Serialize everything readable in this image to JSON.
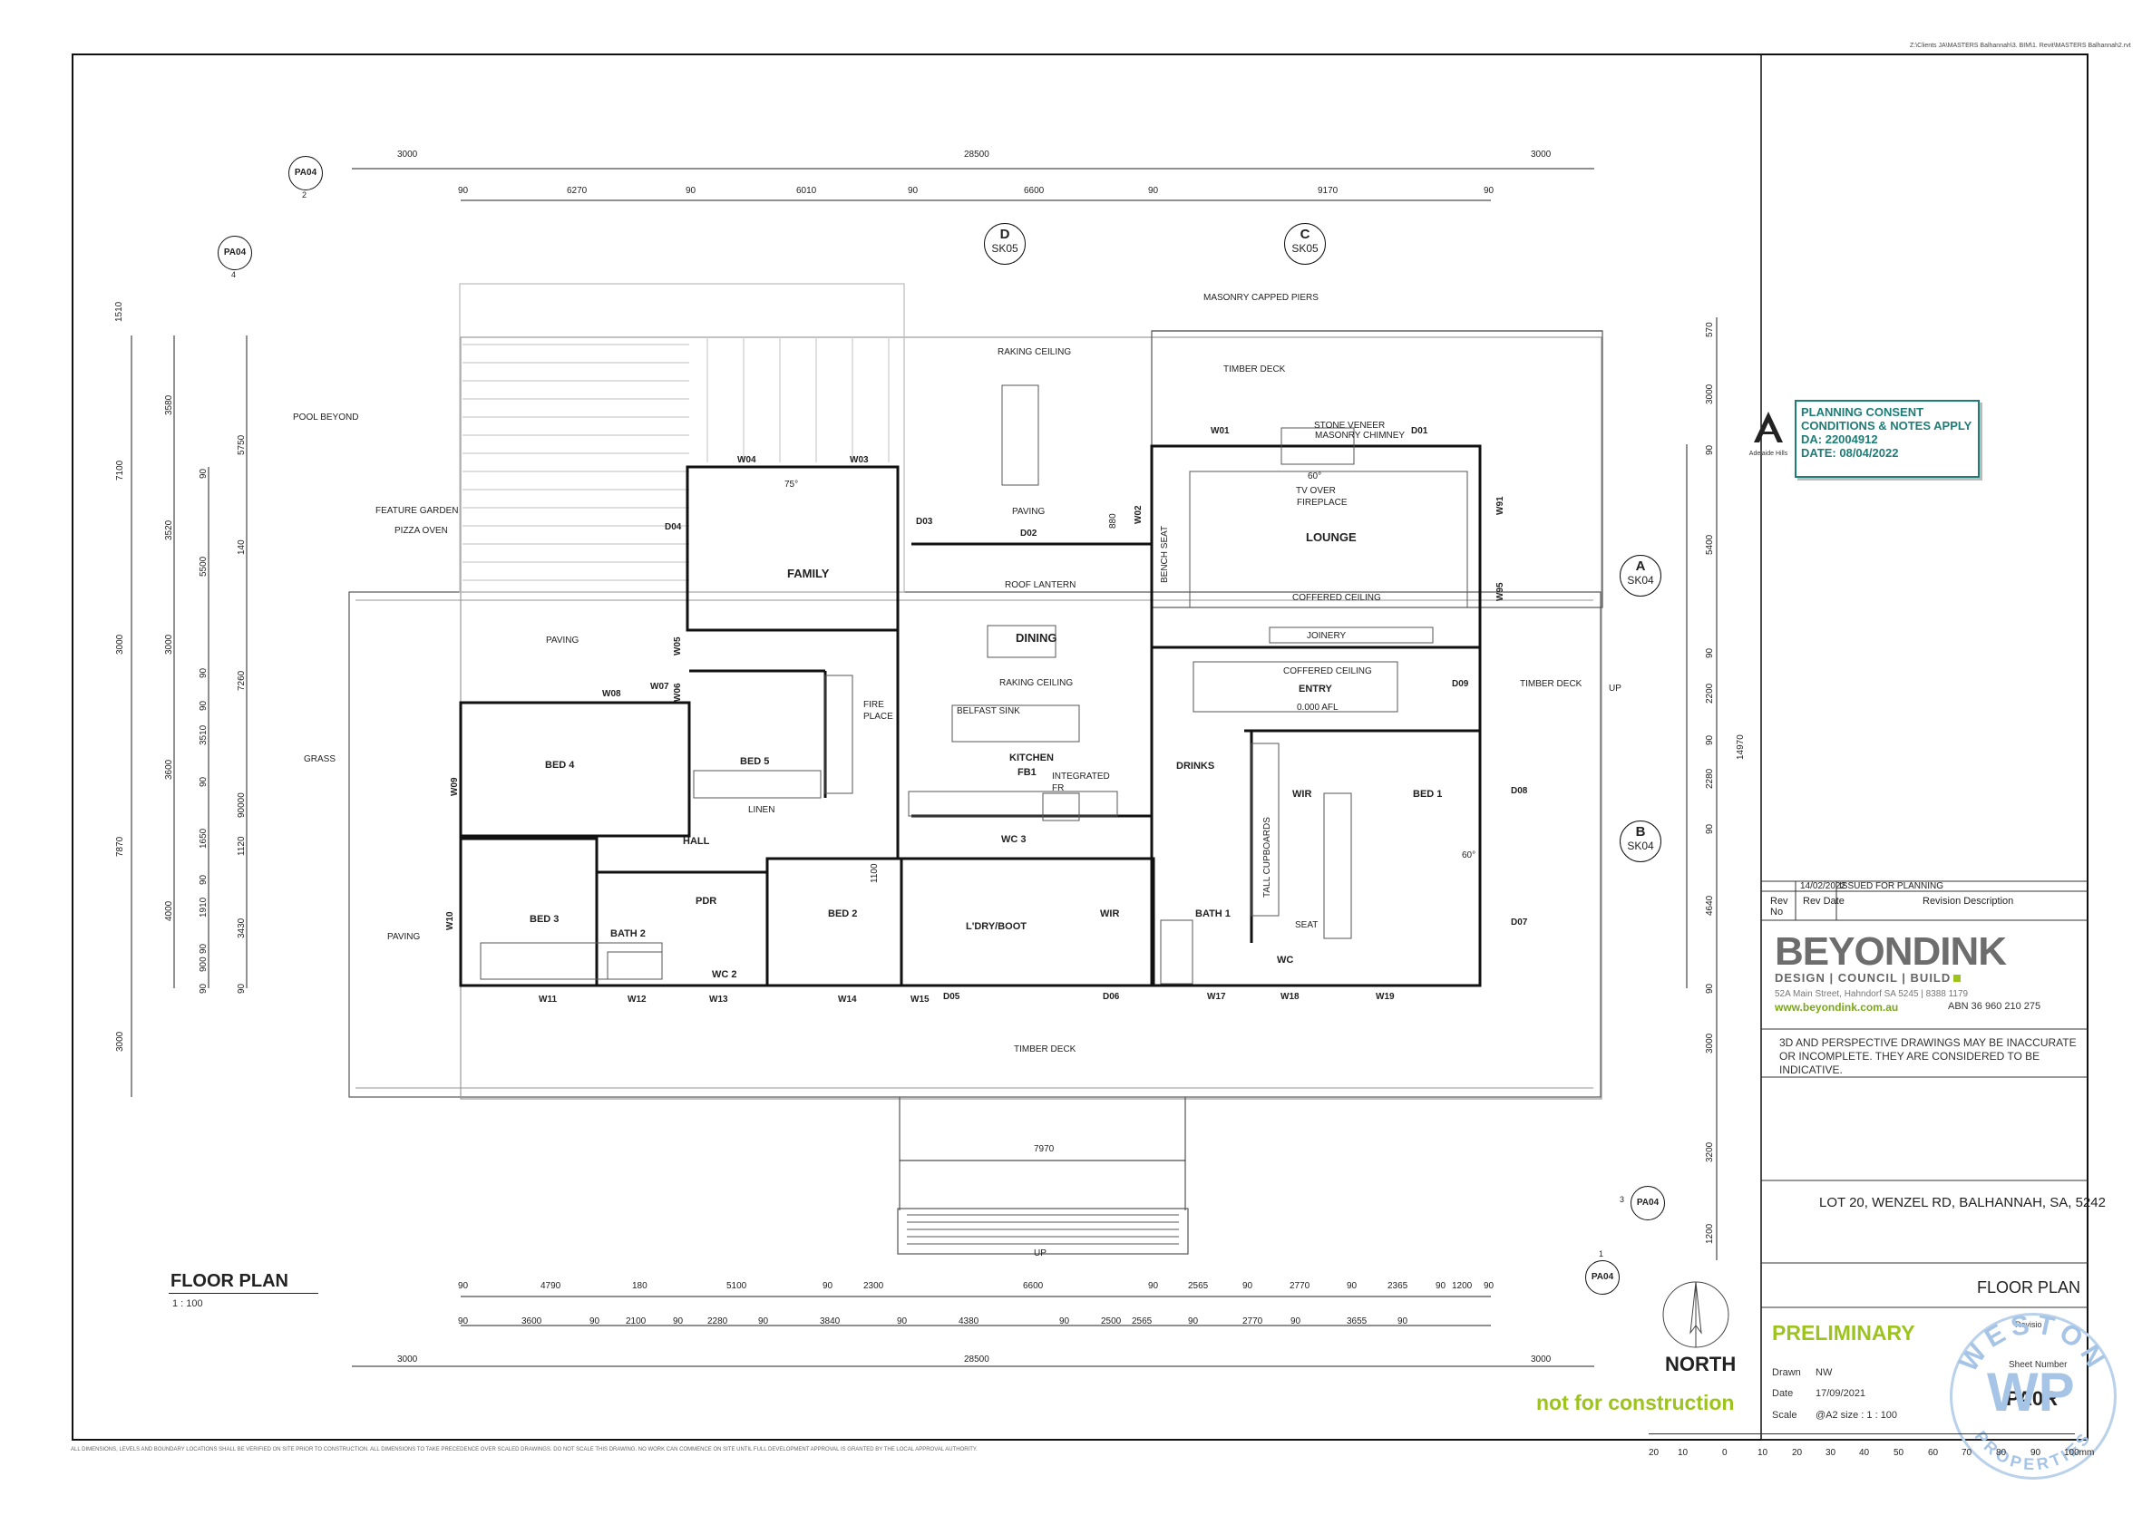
{
  "file_path_note": "Z:\\Clients JA\\MASTERS Balhannah\\3. BIM\\1. Revit\\MASTERS Balhannah2.rvt",
  "planning_consent": {
    "line1": "PLANNING CONSENT",
    "line2": "CONDITIONS & NOTES APPLY",
    "line3": "DA: 22004912",
    "line4": "DATE: 08/04/2022"
  },
  "council_logo_text": "Adelaide Hills",
  "revisions": {
    "header_rev_no": "Rev No",
    "header_rev_date": "Rev Date",
    "header_desc": "Revision Description",
    "rows": [
      {
        "date": "14/02/2022",
        "desc": "ISSUED FOR PLANNING"
      }
    ]
  },
  "company": {
    "name_part1": "BEYOND",
    "name_part2": "INK",
    "tagline": "DESIGN | COUNCIL | BUILD",
    "address": "52A Main Street, Hahndorf SA 5245 | 8388 1179",
    "website": "www.beyondink.com.au",
    "abn": "ABN 36 960 210 275"
  },
  "disclaimer": "3D AND PERSPECTIVE DRAWINGS MAY BE INACCURATE OR INCOMPLETE. THEY ARE CONSIDERED TO BE INDICATIVE.",
  "project_address": "LOT 20, WENZEL RD, BALHANNAH, SA, 5242",
  "sheet_title": "FLOOR PLAN",
  "status": "PRELIMINARY",
  "revision_label": "Revisio",
  "sheet_number_label": "Sheet Number",
  "sheet_number": "PA0R",
  "drawn_label": "Drawn",
  "drawn_value": "NW",
  "date_label": "Date",
  "date_value": "17/09/2021",
  "scale_label": "Scale",
  "scale_value": "@A2 size :  1 : 100",
  "not_for_construction": "not for construction",
  "watermark": {
    "top": "WESTON",
    "bottom": "PROPERTIES",
    "mono": "WP"
  },
  "plan_title": "FLOOR PLAN",
  "plan_scale": "1 : 100",
  "north_label": "NORTH",
  "bottom_note": "ALL DIMENSIONS, LEVELS AND BOUNDARY LOCATIONS SHALL BE VERIFIED ON SITE PRIOR TO CONSTRUCTION. ALL DIMENSIONS TO TAKE PRECEDENCE OVER SCALED DRAWINGS. DO NOT SCALE THIS DRAWING. NO WORK CAN COMMENCE ON SITE UNTIL FULL DEVELOPMENT APPROVAL IS GRANTED BY THE LOCAL APPROVAL AUTHORITY.",
  "scale_bar": [
    "20",
    "10",
    "0",
    "10",
    "20",
    "30",
    "40",
    "50",
    "60",
    "70",
    "80",
    "90",
    "100mm"
  ],
  "section_markers": [
    {
      "id": "D",
      "sheet": "SK05"
    },
    {
      "id": "C",
      "sheet": "SK05"
    },
    {
      "id": "A",
      "sheet": "SK04"
    },
    {
      "id": "B",
      "sheet": "SK04"
    }
  ],
  "elevation_markers": [
    {
      "sheet": "PA04",
      "num": "2"
    },
    {
      "sheet": "PA04",
      "num": "4"
    },
    {
      "sheet": "PA04",
      "num": "3"
    },
    {
      "sheet": "PA04",
      "num": "1"
    }
  ],
  "dims_top_overall": [
    "3000",
    "28500",
    "3000"
  ],
  "dims_top_detail": [
    "90",
    "6270",
    "90",
    "6010",
    "90",
    "6600",
    "90",
    "9170",
    "90"
  ],
  "dims_bottom_row1": [
    "90",
    "4790",
    "180",
    "5100",
    "90",
    "2300",
    "6600",
    "90",
    "2565",
    "90",
    "2770",
    "90",
    "2365",
    "90",
    "1200",
    "90"
  ],
  "dims_bottom_row2": [
    "90",
    "3600",
    "90",
    "2100",
    "90",
    "2280",
    "90",
    "3840",
    "90",
    "4380",
    "90",
    "2500",
    "2565",
    "90",
    "2770",
    "90",
    "3655",
    "90"
  ],
  "dims_bottom_overall": [
    "3000",
    "28500",
    "3000"
  ],
  "dims_left_a": [
    "1510",
    "7100",
    "3000",
    "7870",
    "3000"
  ],
  "dims_left_b": [
    "3580",
    "3520",
    "3000",
    "3600",
    "4000"
  ],
  "dims_left_c": [
    "90",
    "5500",
    "90",
    "90",
    "3510",
    "90",
    "1650",
    "90",
    "1910",
    "90",
    "900",
    "90"
  ],
  "dims_left_d": [
    "5750",
    "140",
    "7260",
    "90000",
    "1120",
    "3430",
    "90"
  ],
  "dims_right": [
    "570",
    "3000",
    "90",
    "5400",
    "90",
    "2200",
    "90",
    "2280",
    "90",
    "4640",
    "90",
    "14970",
    "3000",
    "3200",
    "1200"
  ],
  "deck_stair_dim": "7970",
  "rooms": [
    {
      "name": "FAMILY"
    },
    {
      "name": "LOUNGE"
    },
    {
      "name": "DINING"
    },
    {
      "name": "KITCHEN"
    },
    {
      "name": "ENTRY"
    },
    {
      "name": "BED 1"
    },
    {
      "name": "BED 2"
    },
    {
      "name": "BED 3"
    },
    {
      "name": "BED 4"
    },
    {
      "name": "BED 5"
    },
    {
      "name": "BATH 1"
    },
    {
      "name": "BATH 2"
    },
    {
      "name": "HALL"
    },
    {
      "name": "L'DRY/BOOT"
    },
    {
      "name": "WIR"
    },
    {
      "name": "WIR"
    },
    {
      "name": "DRINKS"
    },
    {
      "name": "PDR"
    },
    {
      "name": "WC 2"
    },
    {
      "name": "WC 3"
    },
    {
      "name": "WC"
    },
    {
      "name": "FB1"
    }
  ],
  "labels": [
    "POOL BEYOND",
    "FEATURE GARDEN",
    "PIZZA OVEN",
    "PAVING",
    "GRASS",
    "PAVING",
    "TIMBER DECK",
    "TIMBER DECK",
    "TIMBER DECK",
    "RAKING CEILING",
    "RAKING CEILING",
    "PAVING",
    "ROOF LANTERN",
    "STONE VENEER",
    "MASONRY CHIMNEY",
    "MASONRY CAPPED PIERS",
    "60°",
    "TV OVER",
    "FIREPLACE",
    "COFFERED CEILING",
    "COFFERED CEILING",
    "JOINERY",
    "0.000 AFL",
    "BELFAST SINK",
    "INTEGRATED",
    "FR",
    "FIRE",
    "PLACE",
    "LINEN",
    "TALL CUPBOARDS",
    "SEAT",
    "BENCH SEAT",
    "75°",
    "60°",
    "880",
    "1100",
    "UP",
    "UP"
  ],
  "tags": [
    "W01",
    "W02",
    "W03",
    "W04",
    "W05",
    "W06",
    "W07",
    "W08",
    "W09",
    "W10",
    "W11",
    "W12",
    "W13",
    "W14",
    "W15",
    "W17",
    "W18",
    "W19",
    "W91",
    "W95",
    "D01",
    "D02",
    "D03",
    "D04",
    "D05",
    "D06",
    "D07",
    "D08",
    "D09"
  ]
}
